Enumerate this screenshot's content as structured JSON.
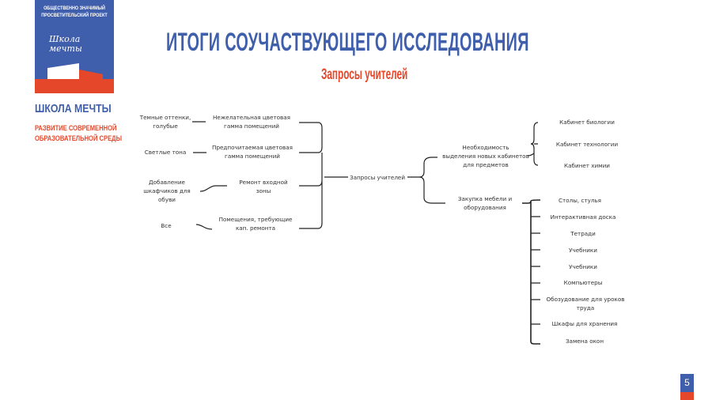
{
  "logo": {
    "top_text": "ОБЩЕСТВЕННО ЗНАЧИМЫЙ ПРОСВЕТИТЕЛЬСКИЙ ПРОЕКТ",
    "script": "Школа мечты",
    "name": "ШКОЛА МЕЧТЫ",
    "subtitle_1": "РАЗВИТИЕ СОВРЕМЕННОЙ",
    "subtitle_2": "ОБРАЗОВАТЕЛЬНОЙ СРЕДЫ"
  },
  "title": "ИТОГИ СОУЧАСТВУЮЩЕГО ИССЛЕДОВАНИЯ",
  "subtitle": "Запросы учителей",
  "diagram": {
    "root": "Запросы учителей",
    "left": [
      {
        "label_1": "Нежелательная цветовая",
        "label_2": "гамма помещений",
        "detail_1": "Темные оттенки,",
        "detail_2": "голубые"
      },
      {
        "label_1": "Предпочитаемая цветовая",
        "label_2": "гамма помещений",
        "detail_1": "Светлые тона"
      },
      {
        "label_1": "Ремонт входной",
        "label_2": "зоны",
        "detail_1": "Добавление",
        "detail_2": "шкафчиков для",
        "detail_3": "обуви"
      },
      {
        "label_1": "Помещения, требующие",
        "label_2": "кап. ремонта",
        "detail_1": "Все"
      }
    ],
    "cabinets": {
      "label_1": "Необходимость",
      "label_2": "выделения новых кабинетов",
      "label_3": "для предметов",
      "items": [
        "Кабинет биологии",
        "Кабинет технологии",
        "Кабинет химии"
      ]
    },
    "furniture": {
      "label_1": "Закупка мебели и",
      "label_2": "оборудования",
      "items": [
        "Столы, стулья",
        "Интерактивная доска",
        "Тетради",
        "Учебники",
        "Учебники",
        "Компьютеры",
        "Обозудование для уроков труда",
        "Шкафы для хранения",
        "Замена окон"
      ]
    }
  },
  "page_number": "5",
  "colors": {
    "blue": "#3f5eab",
    "red": "#e5472a"
  }
}
